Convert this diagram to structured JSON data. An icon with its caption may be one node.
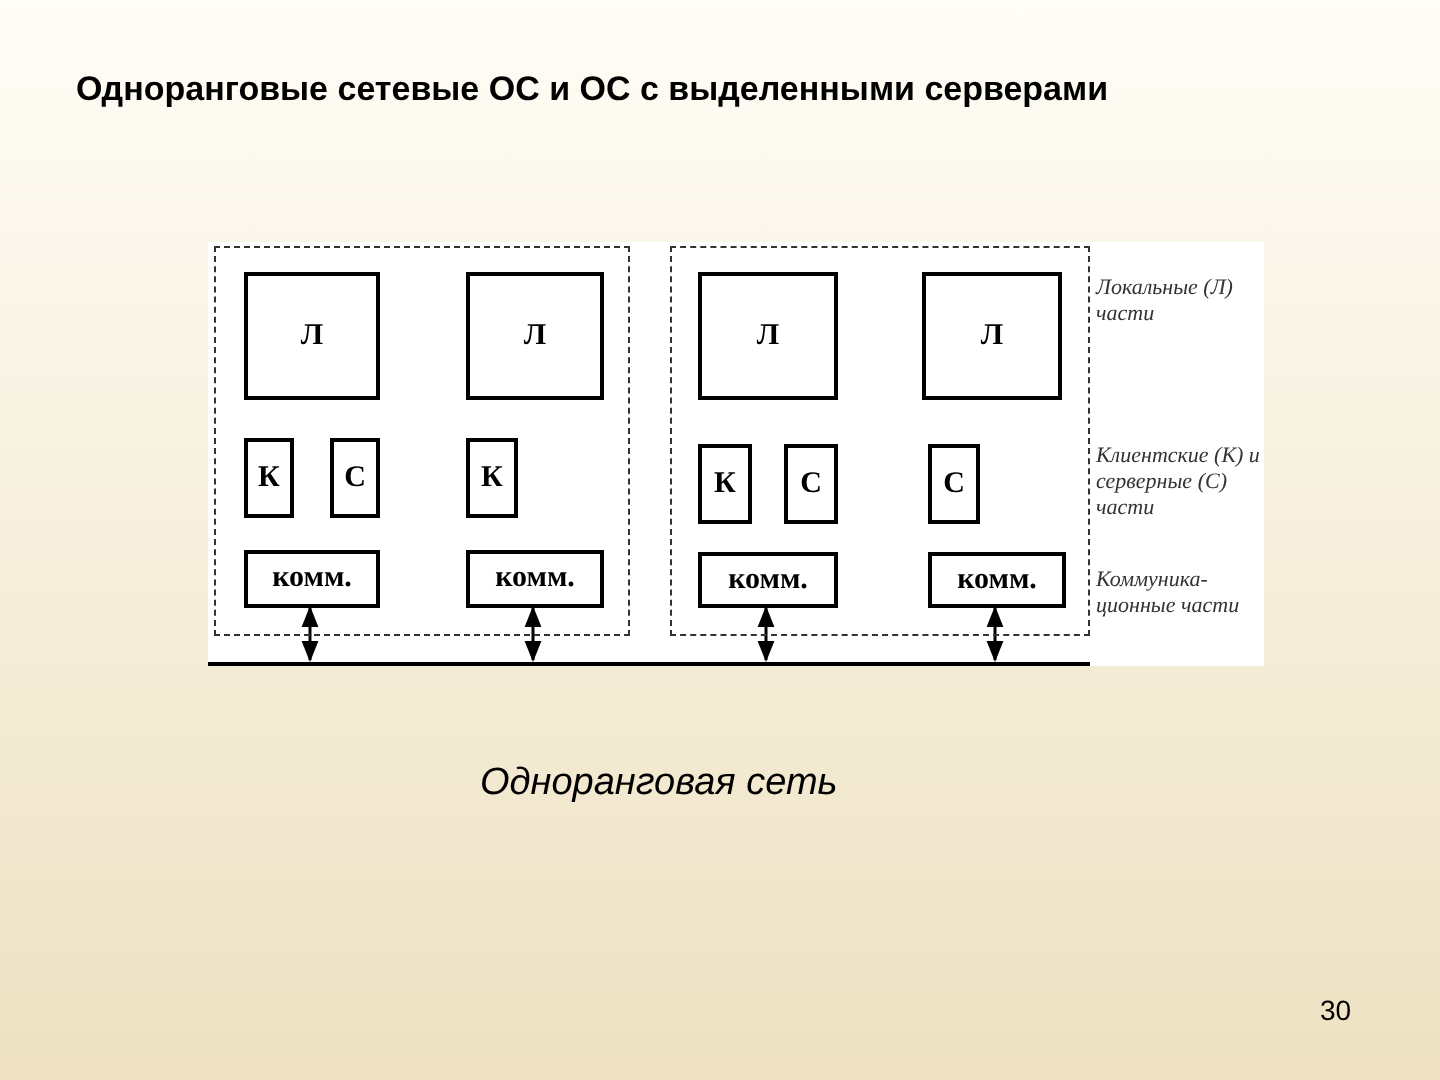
{
  "diagram": {
    "title": "Одноранговые сетевые ОС и ОС с выделенными серверами",
    "caption": "Одноранговая сеть",
    "nodes": [
      {
        "text": [],
        "shape": "box"
      },
      {
        "text": [
          "Л"
        ],
        "in": 0
      },
      {
        "text": [
          "К"
        ],
        "in": 0
      },
      {
        "text": [
          "С"
        ],
        "in": 0
      },
      {
        "text": [
          "комм."
        ],
        "in": 0
      },
      {
        "text": [
          "Л"
        ],
        "in": 0
      },
      {
        "text": [
          "К"
        ],
        "in": 0
      },
      {
        "text": [
          "комм."
        ],
        "in": 0
      },
      {
        "text": [],
        "shape": "box"
      },
      {
        "text": [
          "Л"
        ],
        "in": 8
      },
      {
        "text": [
          "К"
        ],
        "in": 8
      },
      {
        "text": [
          "С"
        ],
        "in": 8
      },
      {
        "text": [
          "комм."
        ],
        "in": 8
      },
      {
        "text": [
          "Л"
        ],
        "in": 8
      },
      {
        "text": [
          "С"
        ],
        "in": 8
      },
      {
        "text": [
          "комм."
        ],
        "in": 8
      },
      {
        "text": [],
        "shape": "line"
      }
    ],
    "edges": [
      {
        "from": 4,
        "to": 16,
        "arrow": "both"
      },
      {
        "from": 7,
        "to": 16,
        "arrow": "both"
      },
      {
        "from": 12,
        "to": 16,
        "arrow": "both"
      },
      {
        "from": 15,
        "to": 16,
        "arrow": "both"
      }
    ],
    "labels": [
      "Локальные (Л) части",
      "Клиентские (К) и серверные (С) части",
      "Коммуника-ционные части",
      "30"
    ]
  }
}
